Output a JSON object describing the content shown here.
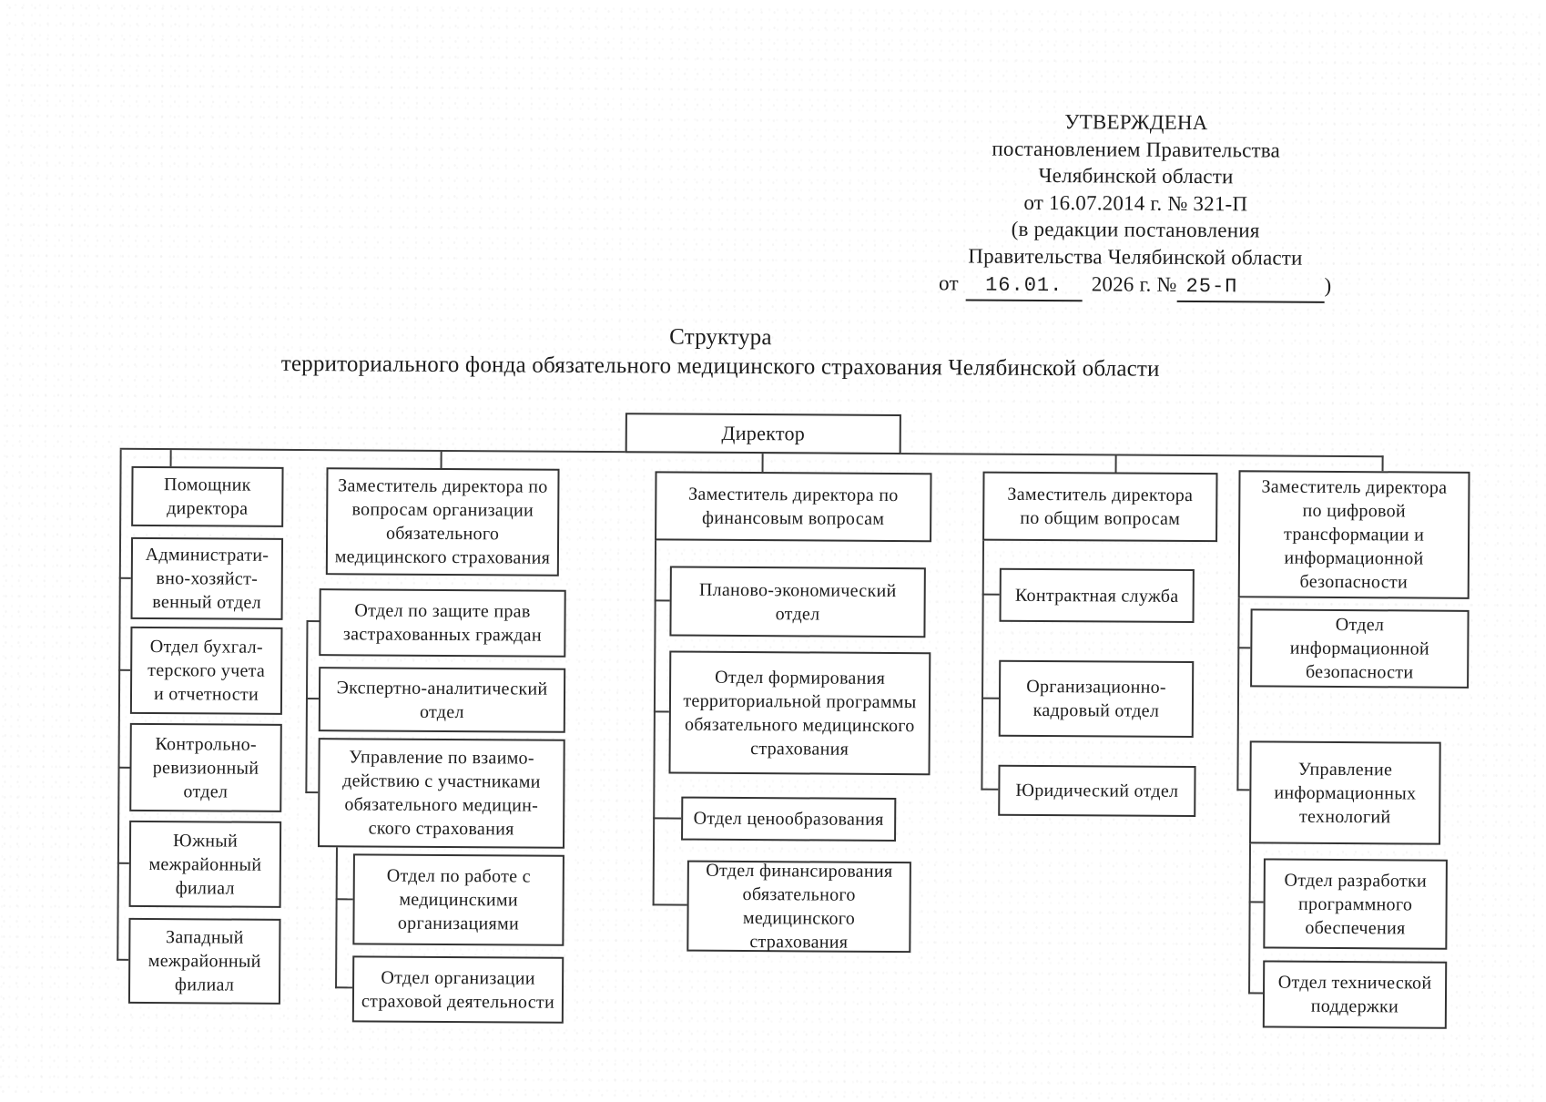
{
  "meta": {
    "ink_color": "#1d1d1d",
    "border_color": "#343434",
    "line_color": "#3d3d3d",
    "paper_color": "#ffffff"
  },
  "approval": {
    "line1": "УТВЕРЖДЕНА",
    "line2": "постановлением Правительства",
    "line3": "Челябинской области",
    "line4": "от 16.07.2014 г. № 321-П",
    "line5": "(в редакции постановления",
    "line6": "Правительства Челябинской области",
    "line7_prefix": "от",
    "line7_date": "16.01.",
    "line7_mid": "2026 г. №",
    "line7_number": "25-П",
    "line7_suffix": ")"
  },
  "title": {
    "line1": "Структура",
    "line2": "территориального фонда обязательного медицинского страхования Челябинской области"
  },
  "org": {
    "director": "Директор",
    "col1": {
      "items": [
        "Помощник\nдиректора",
        "Администрати-\nвно-хозяйст-\nвенный отдел",
        "Отдел бухгал-\nтерского учета\nи отчетности",
        "Контрольно-\nревизионный\nотдел",
        "Южный\nмежрайонный\nфилиал",
        "Западный\nмежрайонный\nфилиал"
      ]
    },
    "col2": {
      "head": "Заместитель директора по\nвопросам организации\nобязательного\nмедицинского страхования",
      "items": [
        "Отдел по защите прав\nзастрахованных граждан",
        "Экспертно-аналитический\nотдел",
        "Управление по взаимо-\nдействию с участниками\nобязательного медицин-\nского страхования"
      ],
      "subitems": [
        "Отдел по работе с\nмедицинскими\nорганизациями",
        "Отдел организации\nстраховой деятельности"
      ]
    },
    "col3": {
      "head": "Заместитель директора по\nфинансовым вопросам",
      "items": [
        "Планово-экономический\nотдел",
        "Отдел формирования\nтерриториальной программы\nобязательного медицинского\nстрахования",
        "Отдел ценообразования",
        "Отдел финансирования\nобязательного медицинского\nстрахования"
      ]
    },
    "col4": {
      "head": "Заместитель директора\nпо общим вопросам",
      "items": [
        "Контрактная служба",
        "Организационно-\nкадровый отдел",
        "Юридический отдел"
      ]
    },
    "col5": {
      "head": "Заместитель директора\nпо цифровой\nтрансформации и\nинформационной\nбезопасности",
      "items": [
        "Отдел\nинформационной\nбезопасности",
        "Управление\nинформационных\nтехнологий"
      ],
      "subitems": [
        "Отдел разработки\nпрограммного\nобеспечения",
        "Отдел технической\nподдержки"
      ]
    }
  }
}
